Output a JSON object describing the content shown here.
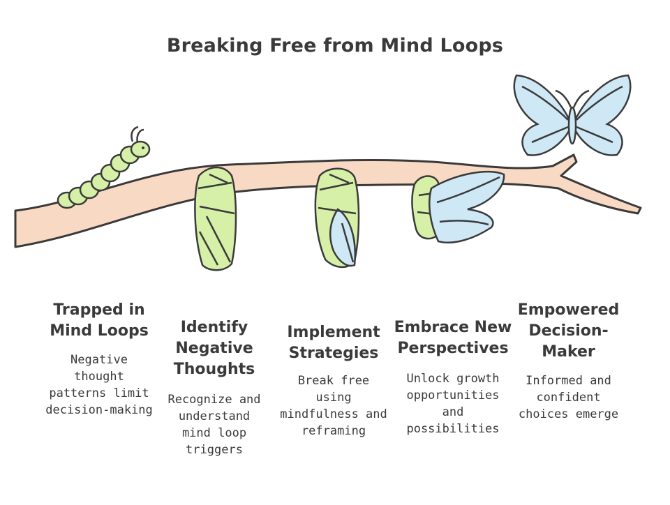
{
  "title": "Breaking Free from Mind Loops",
  "colors": {
    "branch_fill": "#f8d9c4",
    "outline": "#3a3a3a",
    "green": "#d6f0a8",
    "blue": "#cfe8f5"
  },
  "stages": [
    {
      "title": "Trapped in Mind Loops",
      "description": "Negative thought patterns limit decision-making",
      "icon": "caterpillar-icon"
    },
    {
      "title": "Identify Negative Thoughts",
      "description": "Recognize and understand mind loop triggers",
      "icon": "cocoon-icon"
    },
    {
      "title": "Implement Strategies",
      "description": "Break free using mindfulness and reframing",
      "icon": "cocoon-transforming-icon"
    },
    {
      "title": "Embrace New Perspectives",
      "description": "Unlock growth opportunities and possibilities",
      "icon": "emerging-butterfly-icon"
    },
    {
      "title": "Empowered Decision-Maker",
      "description": "Informed and confident choices emerge",
      "icon": "butterfly-icon"
    }
  ]
}
